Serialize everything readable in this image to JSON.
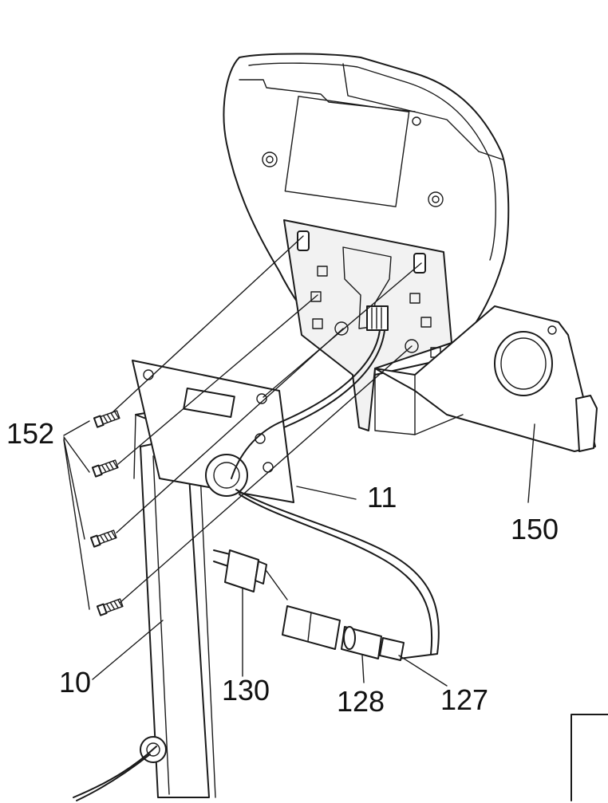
{
  "diagram": {
    "callouts": [
      {
        "id": "152",
        "text": "152"
      },
      {
        "id": "11",
        "text": "11"
      },
      {
        "id": "150",
        "text": "150"
      },
      {
        "id": "10",
        "text": "10"
      },
      {
        "id": "130",
        "text": "130"
      },
      {
        "id": "128",
        "text": "128"
      },
      {
        "id": "127",
        "text": "127"
      }
    ],
    "colors": {
      "line": "#1a1a1a",
      "background": "#ffffff",
      "fill": "#f2f2f2"
    }
  }
}
